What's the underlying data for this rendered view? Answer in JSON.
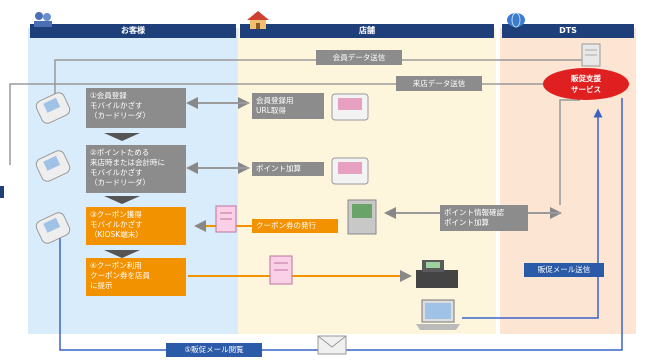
{
  "lanes": {
    "customer": "お客様",
    "store": "店舗",
    "dts": "DTS"
  },
  "steps": {
    "s1": "①会員登録\nモバイルかざす\n（カードリーダ）",
    "s2": "②ポイントためる\n来店時または会計時に\nモバイルかざす\n（カードリーダ）",
    "s3": "③クーポン獲得\nモバイルかざす\n（KIOSK端末）",
    "s4": "④クーポン利用\nクーポン券を店員\nに提示"
  },
  "store_labels": {
    "url": "会員登録用\nURL取得",
    "point": "ポイント加算",
    "coupon": "クーポン券の発行"
  },
  "flows": {
    "member_data": "会員データ送信",
    "visit_data": "来店データ送信",
    "point_confirm": "ポイント情報確認\nポイント加算",
    "promo_mail": "販促メール送信",
    "promo_view": "⑤販促メール閲覧"
  },
  "service": "販促支援\nサービス",
  "colors": {
    "customer_lane": "#d9ecfb",
    "store_lane": "#fdf6dc",
    "dts_lane": "#fde5d3",
    "header": "#1f3f7a",
    "gray_box": "#8c8c8c",
    "orange_box": "#f39200",
    "blue_line": "#3a63c8",
    "red_service": "#e02020"
  }
}
